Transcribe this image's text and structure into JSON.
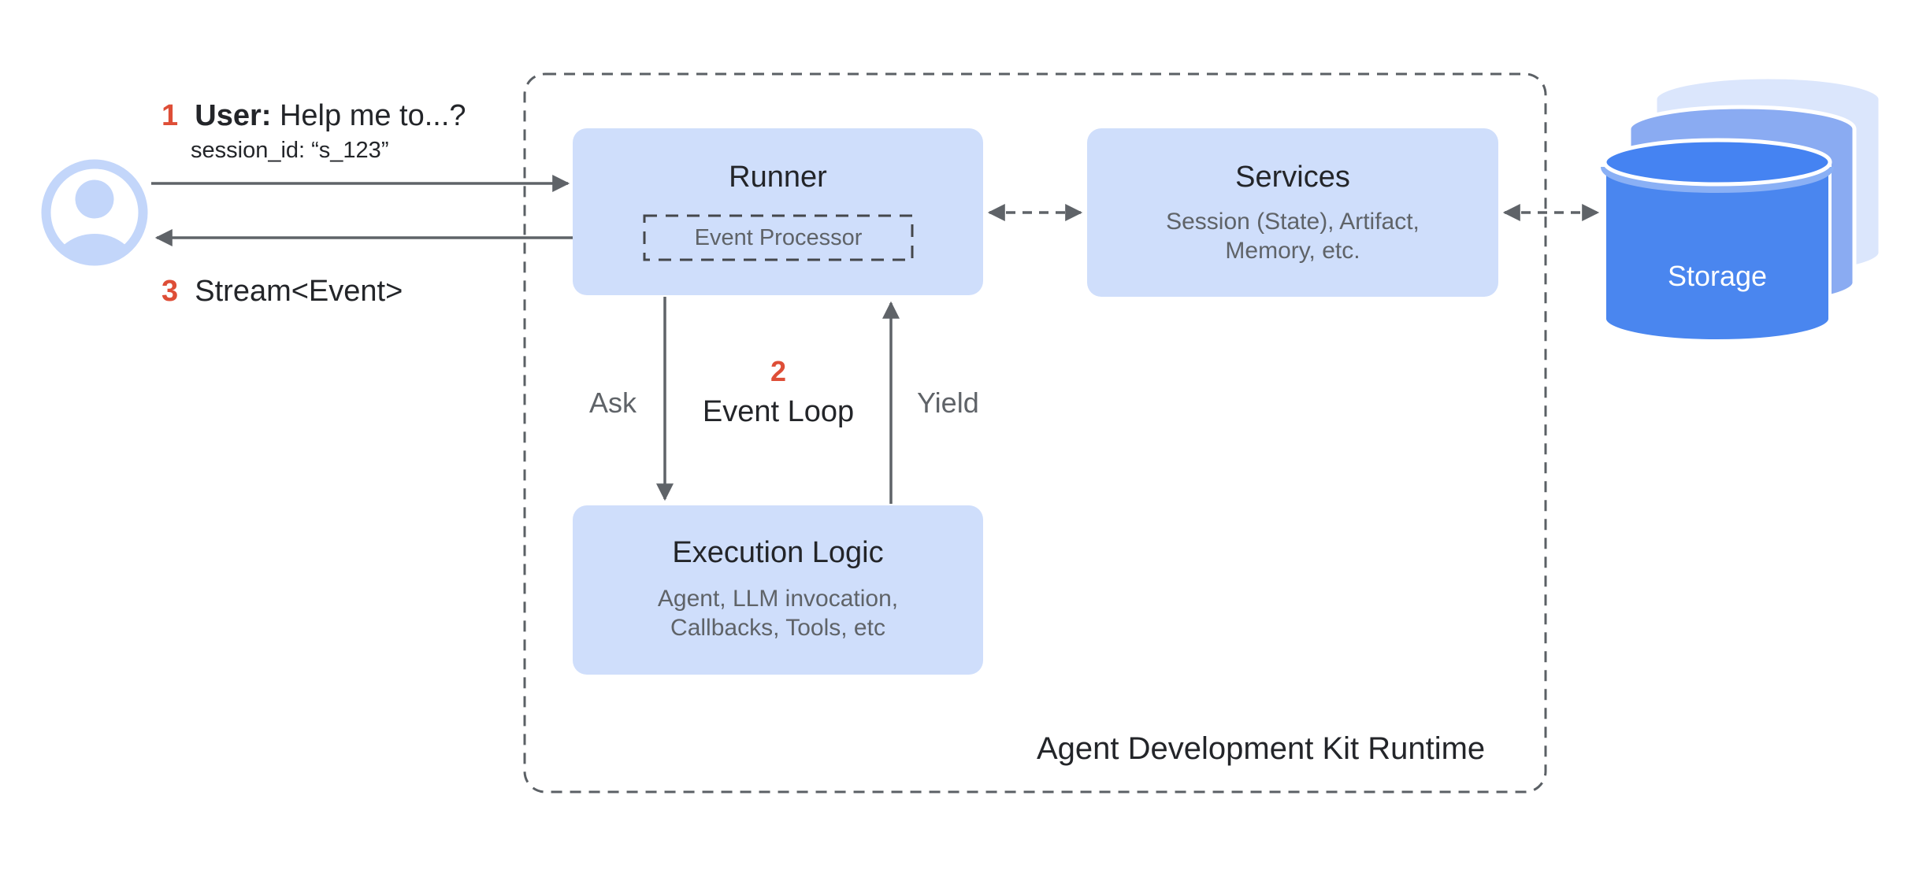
{
  "diagram_title": "Agent Development Kit Runtime",
  "annotations": {
    "step1": {
      "number": "1",
      "speaker": "User:",
      "message": "Help me to...?",
      "session": "session_id: “s_123”"
    },
    "step2": {
      "number": "2",
      "label": "Event Loop"
    },
    "step3": {
      "number": "3",
      "label": "Stream<Event>"
    },
    "ask": "Ask",
    "yield": "Yield"
  },
  "container": {
    "label": "Agent Development Kit Runtime"
  },
  "nodes": {
    "runner": {
      "title": "Runner",
      "child": "Event Processor"
    },
    "services": {
      "title": "Services",
      "description": [
        "Session (State), Artifact,",
        "Memory, etc."
      ]
    },
    "execution_logic": {
      "title": "Execution Logic",
      "description": [
        "Agent, LLM invocation,",
        "Callbacks, Tools, etc"
      ]
    },
    "storage": {
      "label": "Storage"
    }
  },
  "icons": {
    "user": "account-circle-icon",
    "storage": "database-cylinders-icon"
  },
  "palette": {
    "node_fill": "#cfdefb",
    "accent_red": "#de4e37",
    "text_dark": "#232529",
    "text_gray": "#5f6368",
    "arrow_gray": "#5f6368",
    "avatar_blue": "#c3d6fa",
    "storage_front": "#4a86ef",
    "storage_middle": "#8aabf2",
    "storage_back": "#dbe6fc"
  }
}
